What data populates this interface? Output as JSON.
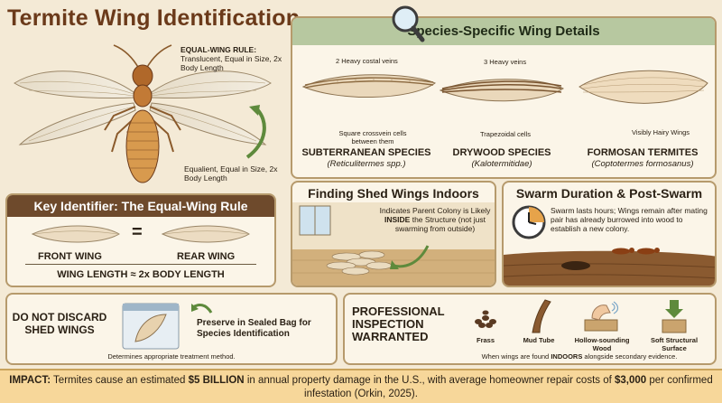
{
  "title": "Termite Wing Identification",
  "anatomy": {
    "rule_title": "EQUAL-WING RULE:",
    "rule_text": "Translucent, Equal in Size, 2x Body Length",
    "equalient_text": "Equalient, Equal in Size, 2x Body Length"
  },
  "key": {
    "header": "Key Identifier: The Equal-Wing Rule",
    "equals": "=",
    "front": "FRONT WING",
    "rear": "REAR WING",
    "length": "WING LENGTH ≈ 2x BODY LENGTH"
  },
  "species": {
    "header": "Species-Specific Wing Details",
    "items": [
      {
        "annotation_top": "2 Heavy costal veins",
        "annotation_bottom": "Square crossvein cells between them",
        "name": "SUBTERRANEAN SPECIES",
        "sci": "(Reticulitermes spp.)"
      },
      {
        "annotation_top": "3 Heavy veins",
        "annotation_bottom": "Trapezoidal cells",
        "name": "DRYWOOD SPECIES",
        "sci": "(Kalotermitidae)"
      },
      {
        "annotation_top": "",
        "annotation_bottom": "Visibly Hairy Wings",
        "name": "FORMOSAN TERMITES",
        "sci": "(Coptotermes formosanus)"
      }
    ]
  },
  "shed": {
    "title": "Finding Shed Wings Indoors",
    "text_1": "Indicates Parent Colony is Likely",
    "text_inside": "INSIDE",
    "text_2": "the Structure (not just swarming from outside)"
  },
  "swarm": {
    "title": "Swarm Duration & Post-Swarm",
    "text": "Swarm lasts hours; Wings remain after mating pair has already burrowed into wood to establish a new colony."
  },
  "discard": {
    "title_1": "DO NOT DISCARD",
    "title_2": "SHED WINGS",
    "preserve": "Preserve in Sealed Bag for Species Identification",
    "note": "Determines appropriate treatment method."
  },
  "inspection": {
    "title_1": "PROFESSIONAL",
    "title_2": "INSPECTION",
    "title_3": "WARRANTED",
    "items": [
      "Frass",
      "Mud Tube",
      "Hollow-sounding Wood",
      "Soft Structural Surface"
    ],
    "note_1": "When wings are found",
    "note_indoors": "INDOORS",
    "note_2": "alongside secondary evidence."
  },
  "impact": {
    "label": "IMPACT:",
    "text_1": "Termites cause an estimated",
    "amount_1": "$5 BILLION",
    "text_2": "in annual property damage in the U.S., with average homeowner repair costs of",
    "amount_2": "$3,000",
    "text_3": "per confirmed infestation (Orkin, 2025)."
  },
  "colors": {
    "brown": "#6e4a2c",
    "green": "#b7c8a0",
    "accent": "#f7d79a"
  }
}
